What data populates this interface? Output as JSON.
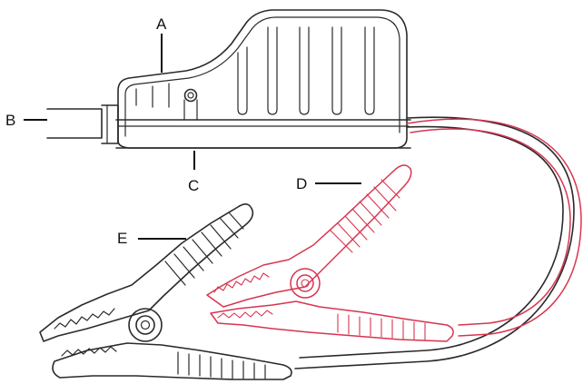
{
  "figure": {
    "colors": {
      "ink": "#2a2a2a",
      "red_clamp": "#d8344f",
      "background": "#ffffff"
    },
    "callouts": [
      {
        "id": "A",
        "label": "A"
      },
      {
        "id": "B",
        "label": "B"
      },
      {
        "id": "C",
        "label": "C"
      },
      {
        "id": "D",
        "label": "D"
      },
      {
        "id": "E",
        "label": "E"
      }
    ]
  }
}
